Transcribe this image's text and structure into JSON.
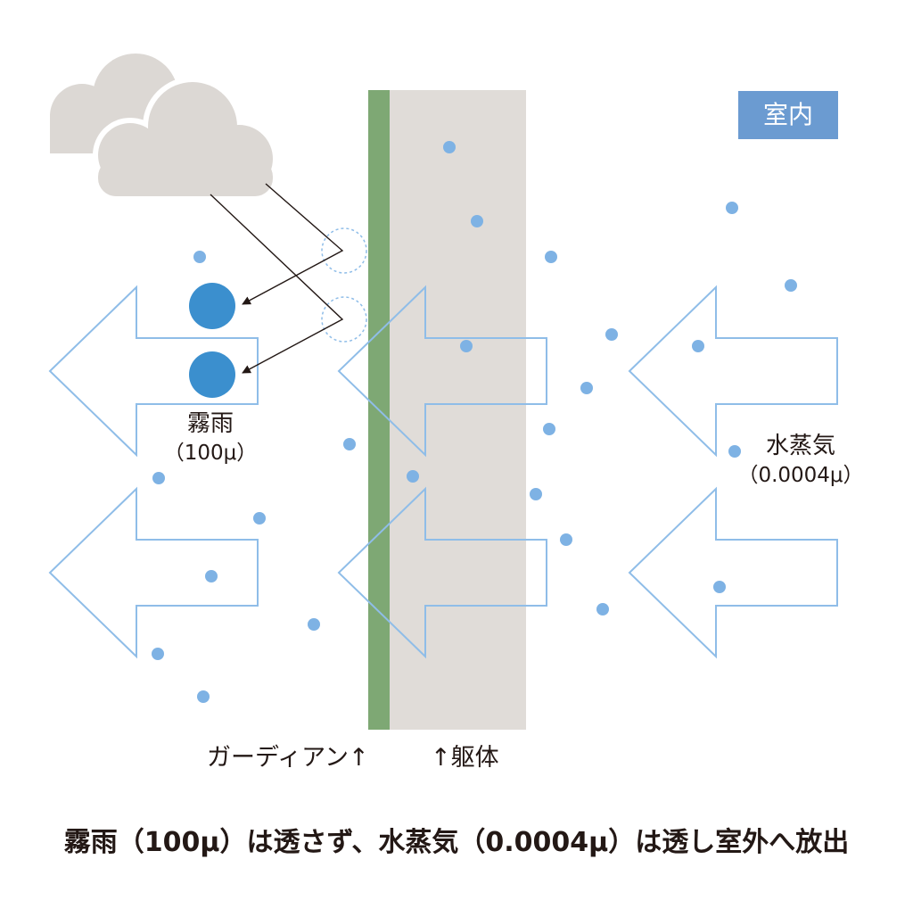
{
  "labels": {
    "room": "室内",
    "fog_name": "霧雨",
    "fog_size": "（100μ）",
    "vapor_name": "水蒸気",
    "vapor_size": "（0.0004μ）",
    "guardian": "ガーディアン↑",
    "body": "↑躯体",
    "caption": "霧雨（100μ）は透さず、水蒸気（0.0004μ）は透し室外へ放出"
  },
  "icons": {
    "cloud": "cloud-icon",
    "arrow": "left-arrow-icon"
  },
  "colors": {
    "cloud": "#dcd8d4",
    "membrane": "#7ea874",
    "wall": "#e0dcd8",
    "arrow_outline": "#8fbde8",
    "vapor_dot": "#7eb2e4",
    "fog_drop": "#3b8fce",
    "badge": "#6b9bd1",
    "text": "#231815"
  }
}
